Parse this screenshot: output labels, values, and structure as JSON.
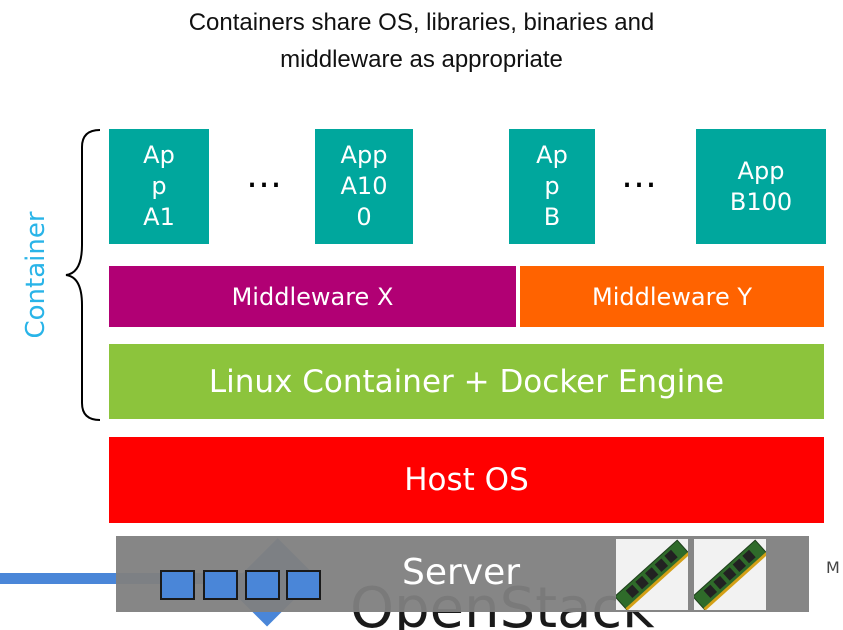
{
  "title": {
    "line1": "Containers share OS, libraries, binaries and",
    "line2": "middleware as appropriate"
  },
  "container_label": "Container",
  "apps": {
    "a1": [
      "Ap",
      "p",
      "A1"
    ],
    "a100": [
      "App",
      "A10",
      "0"
    ],
    "b": [
      "Ap",
      "p",
      "B"
    ],
    "b100": [
      "App",
      "B100"
    ]
  },
  "ellipsis": "…",
  "layers": {
    "middleware_x": "Middleware X",
    "middleware_y": "Middleware Y",
    "linux": "Linux Container + Docker Engine",
    "host_os": "Host OS"
  },
  "server": {
    "label": "Server"
  },
  "logo_text": "OpenStack",
  "colors": {
    "app": "#00a79d",
    "middleware_x": "#b10074",
    "middleware_y": "#ff6300",
    "linux": "#8cc43c",
    "host_os": "#ff0000",
    "server": "#7f7f7f",
    "container_label": "#29b4e8",
    "cpu": "#4a86d8"
  },
  "icons": [
    "curly-brace-icon",
    "cpu-icon",
    "ram-module-icon",
    "openstack-logo"
  ]
}
